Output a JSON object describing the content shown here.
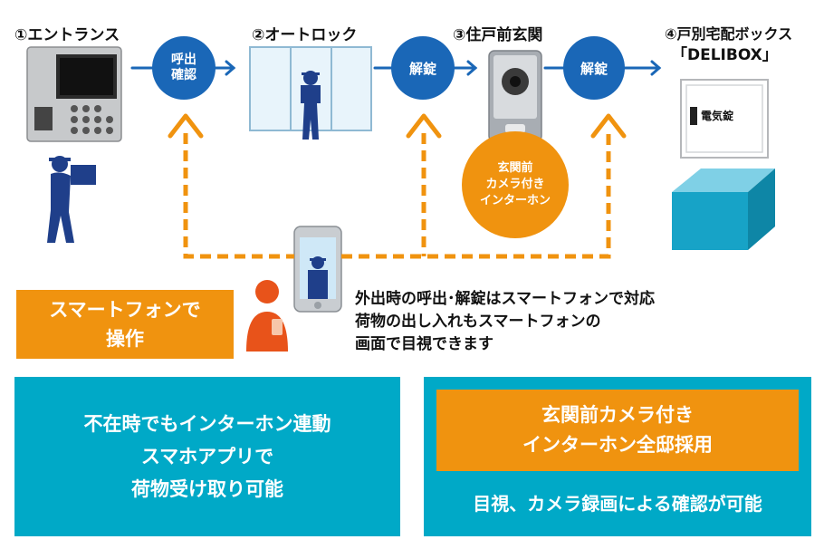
{
  "steps": [
    {
      "number": "①",
      "label": "エントランス"
    },
    {
      "number": "②",
      "label": "オートロック"
    },
    {
      "number": "③",
      "label": "住戸前玄関"
    },
    {
      "number": "④",
      "label": "戸別宅配ボックス"
    }
  ],
  "delibox_label": "「DELIBOX」",
  "actions": {
    "call_confirm": [
      "呼出",
      "確認"
    ],
    "unlock": "解錠"
  },
  "lock_label": "電気錠",
  "camera_intercom": [
    "玄関前",
    "カメラ付き",
    "インターホン"
  ],
  "smartphone_box": [
    "スマートフォンで",
    "操作"
  ],
  "description": [
    "外出時の呼出･解錠はスマートフォンで対応",
    "荷物の出し入れもスマートフォンの",
    "画面で目視できます"
  ],
  "bottom_left": [
    "不在時でもインターホン連動",
    "スマホアプリで",
    "荷物受け取り可能"
  ],
  "bottom_right_title": [
    "玄関前カメラ付き",
    "インターホン全邸採用"
  ],
  "bottom_right_caption": "目視、カメラ録画による確認が可能",
  "colors": {
    "blue": "#1a67b7",
    "orange": "#f0930f",
    "teal": "#00a9c7",
    "arrow_dashed": "#f0930f"
  }
}
